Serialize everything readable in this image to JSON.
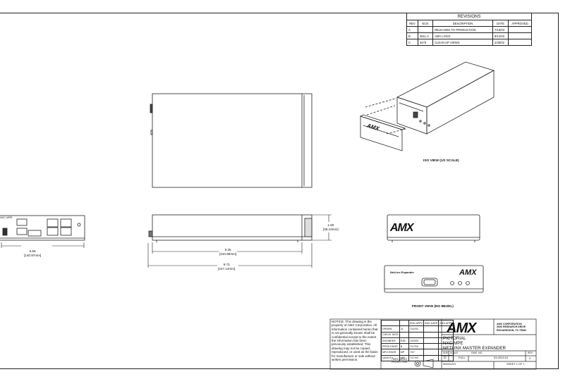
{
  "revisions": {
    "title": "REVISIONS",
    "headers": [
      "REV",
      "ECN",
      "DESCRIPTION",
      "DATE",
      "APPROVED"
    ],
    "rows": [
      {
        "rev": "A",
        "ecn": "",
        "desc": "RELEASED TO PRODUCTION",
        "date": "7/16/03",
        "approved": ""
      },
      {
        "rev": "B",
        "ecn": "2611-A",
        "desc": "AMX LOGO",
        "date": "8/14/03",
        "approved": ""
      },
      {
        "rev": "C",
        "ecn": "3476",
        "desc": "CLEAN UP VIEWS",
        "date": "2/25/02",
        "approved": ""
      }
    ]
  },
  "views": {
    "iso_caption": "ISO VIEW (1/2 SCALE)",
    "front_caption": "FRONT VIEW (NO BEZEL)",
    "front_label": "NetLinx Expander",
    "side_label": "NXC-MPE",
    "logo": "AMX"
  },
  "dimensions": {
    "d_555": "5.55",
    "d_555_mm": "[140.97mm]",
    "d_925": "9.25",
    "d_925_mm": "[234.95mm]",
    "d_973": "9.73",
    "d_973_mm": "[247.14mm]",
    "d_150": "1.50",
    "d_150_mm": "[38.10mm]"
  },
  "notice": "NOTICE: This drawing is the property of AMX Corporation. All information contained herein that is not generally known shall be confidential except to the extent the information has been previously established. This drawing may not be copied, reproduced, or used as the basis for manufacture or sale without written permission.",
  "title_block": {
    "headers": [
      "",
      "",
      "ENG APPV",
      "ENG DATE",
      "ENG APPV"
    ],
    "rows": [
      {
        "role": "DRAWN",
        "init": "JL",
        "date": "7/11/03"
      },
      {
        "role": "CHECK DATE",
        "init": "",
        "date": ""
      },
      {
        "role": "ENGINEER",
        "init": "RJB",
        "date": "10/3/03"
      },
      {
        "role": "PROD ENGR",
        "init": "B",
        "date": "7/17/03"
      },
      {
        "role": "MFG ENGR",
        "init": "MP",
        "date": "7/07"
      },
      {
        "role": "QUALITY",
        "init": "MM",
        "date": "7/17/03"
      }
    ],
    "projection": "THIRD ANGLE PROJECTION",
    "company": [
      "AMX CORPORATION",
      "3000 RESEARCH DRIVE",
      "RICHARDSON, TX 75082"
    ],
    "desc": [
      "PICTORIAL",
      "NXC-MPE",
      "NETLINX MASTER EXPANDER"
    ],
    "size_label": "SIZE",
    "size": "D",
    "scale_label": "SCALE",
    "scale": "FULL",
    "dwg_label": "DWG. NO.",
    "dwg": "93-2012-01",
    "rev_label": "REV",
    "rev": "C",
    "part": "W0201201",
    "sheet": "SHEET 1 OF 1"
  }
}
